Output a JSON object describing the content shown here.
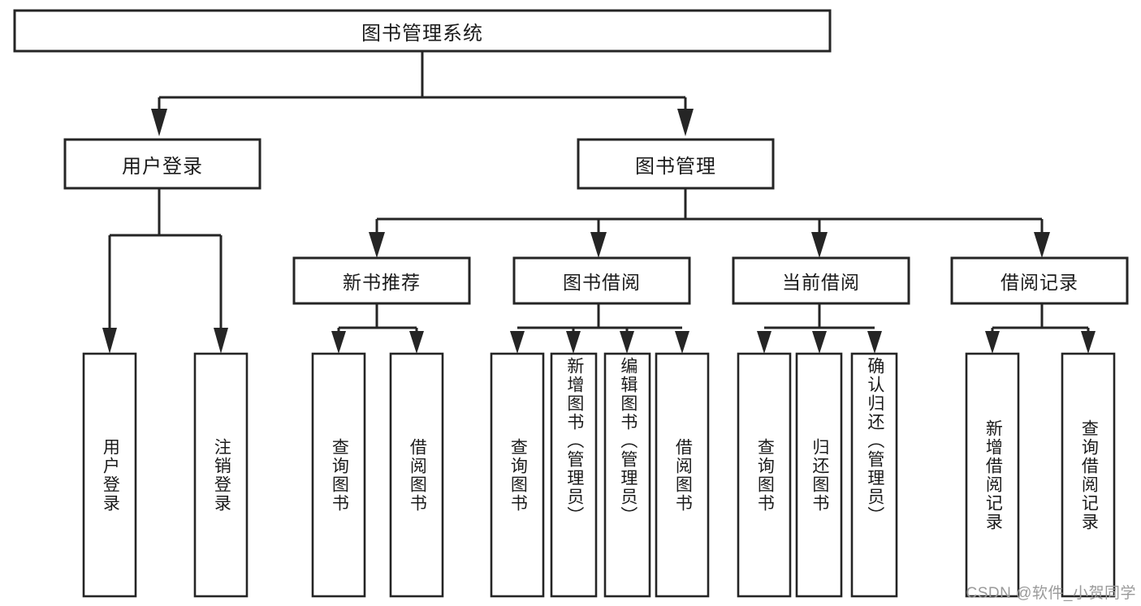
{
  "diagram": {
    "type": "tree",
    "title": "图书管理系统",
    "root": {
      "label": "图书管理系统"
    },
    "level2": [
      {
        "label": "用户登录"
      },
      {
        "label": "图书管理"
      }
    ],
    "level3": [
      {
        "label": "新书推荐"
      },
      {
        "label": "图书借阅"
      },
      {
        "label": "当前借阅"
      },
      {
        "label": "借阅记录"
      }
    ],
    "leaves": {
      "user_login": [
        {
          "label": "用户登录"
        },
        {
          "label": "注销登录"
        }
      ],
      "new_book_recommend": [
        {
          "label": "查询图书"
        },
        {
          "label": "借阅图书"
        }
      ],
      "book_borrow": [
        {
          "label": "查询图书"
        },
        {
          "label": "新增图书（管理员）"
        },
        {
          "label": "编辑图书（管理员）"
        },
        {
          "label": "借阅图书"
        }
      ],
      "current_borrow": [
        {
          "label": "查询图书"
        },
        {
          "label": "归还图书"
        },
        {
          "label": "确认归还（管理员）"
        }
      ],
      "borrow_record": [
        {
          "label": "新增借阅记录"
        },
        {
          "label": "查询借阅记录"
        }
      ]
    }
  },
  "watermark": {
    "text": "CSDN @软件_小贺同学"
  },
  "colors": {
    "stroke": "#252525",
    "fill": "#ffffff",
    "text": "#1b1b1b",
    "watermark": "#9a9a9a"
  }
}
